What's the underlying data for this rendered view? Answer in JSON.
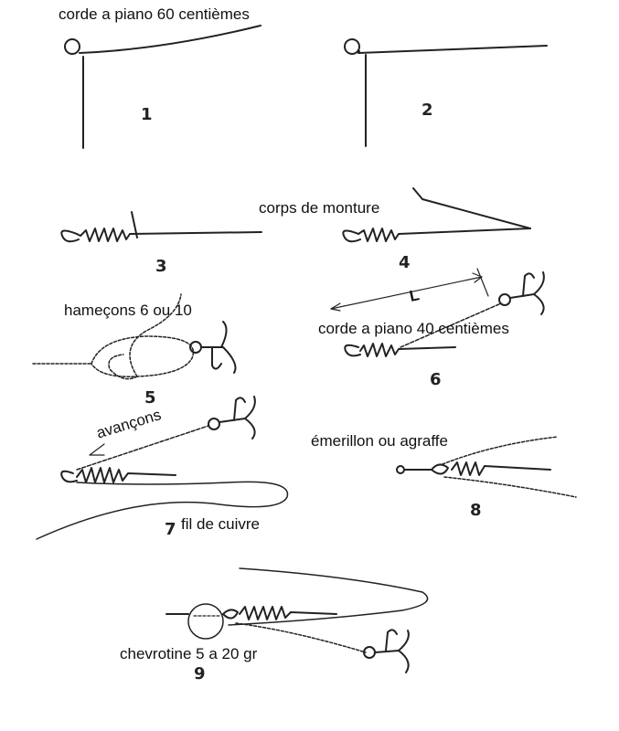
{
  "labels": {
    "piano60": "corde a piano 60 centièmes",
    "corps": "corps de monture",
    "hamecons": "hameçons  6 ou 10",
    "piano40": "corde a piano 40 centièmes",
    "L": "L",
    "avancons": "avançons",
    "emerillon": "émerillon ou agraffe",
    "cuivre": "fil de cuivre",
    "chevrotine": "chevrotine 5 a 20 gr"
  },
  "figures": {
    "f1": "1",
    "f2": "2",
    "f3": "3",
    "f4": "4",
    "f5": "5",
    "f6": "6",
    "f7": "7",
    "f8": "8",
    "f9": "9"
  }
}
